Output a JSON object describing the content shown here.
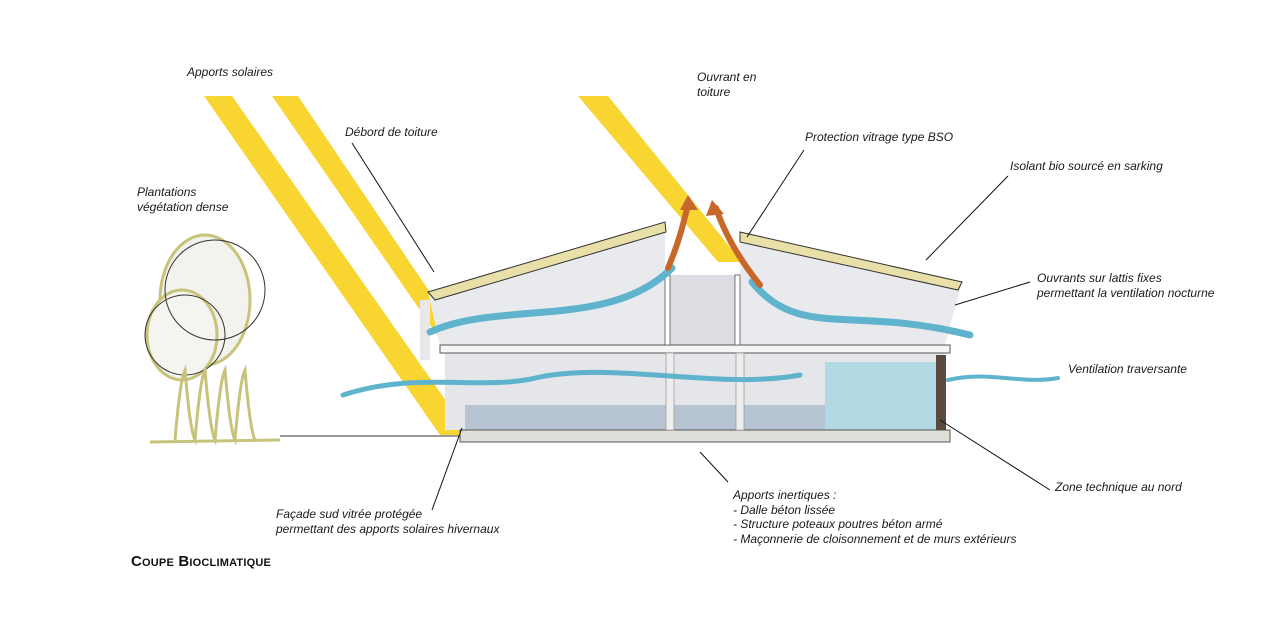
{
  "labels": {
    "apports_solaires": "Apports solaires",
    "debord_toiture": "Débord de toiture",
    "plantations_1": "Plantations",
    "plantations_2": "végétation dense",
    "ouvrant_1": "Ouvrant en",
    "ouvrant_2": "toiture",
    "protection": "Protection vitrage type BSO",
    "isolant": "Isolant bio sourcé en sarking",
    "ouvrants_lattis_1": "Ouvrants sur lattis fixes",
    "ouvrants_lattis_2": "permettant la ventilation nocturne",
    "ventilation": "Ventilation traversante",
    "zone_technique": "Zone technique au nord",
    "facade_1": "Façade sud vitrée protégée",
    "facade_2": "permettant des apports solaires hivernaux",
    "inertiques_0": "Apports inertiques :",
    "inertiques_1": "- Dalle béton lissée",
    "inertiques_2": "- Structure poteaux poutres béton armé",
    "inertiques_3": "- Maçonnerie de cloisonnement et de murs extérieurs"
  },
  "title": "Coupe Bioclimatique",
  "colors": {
    "sun": "#f8d531",
    "air": "#5fb3cc",
    "hot_air": "#c8672a",
    "insulation": "#e9dfa8",
    "tree": "#c8c37a"
  }
}
